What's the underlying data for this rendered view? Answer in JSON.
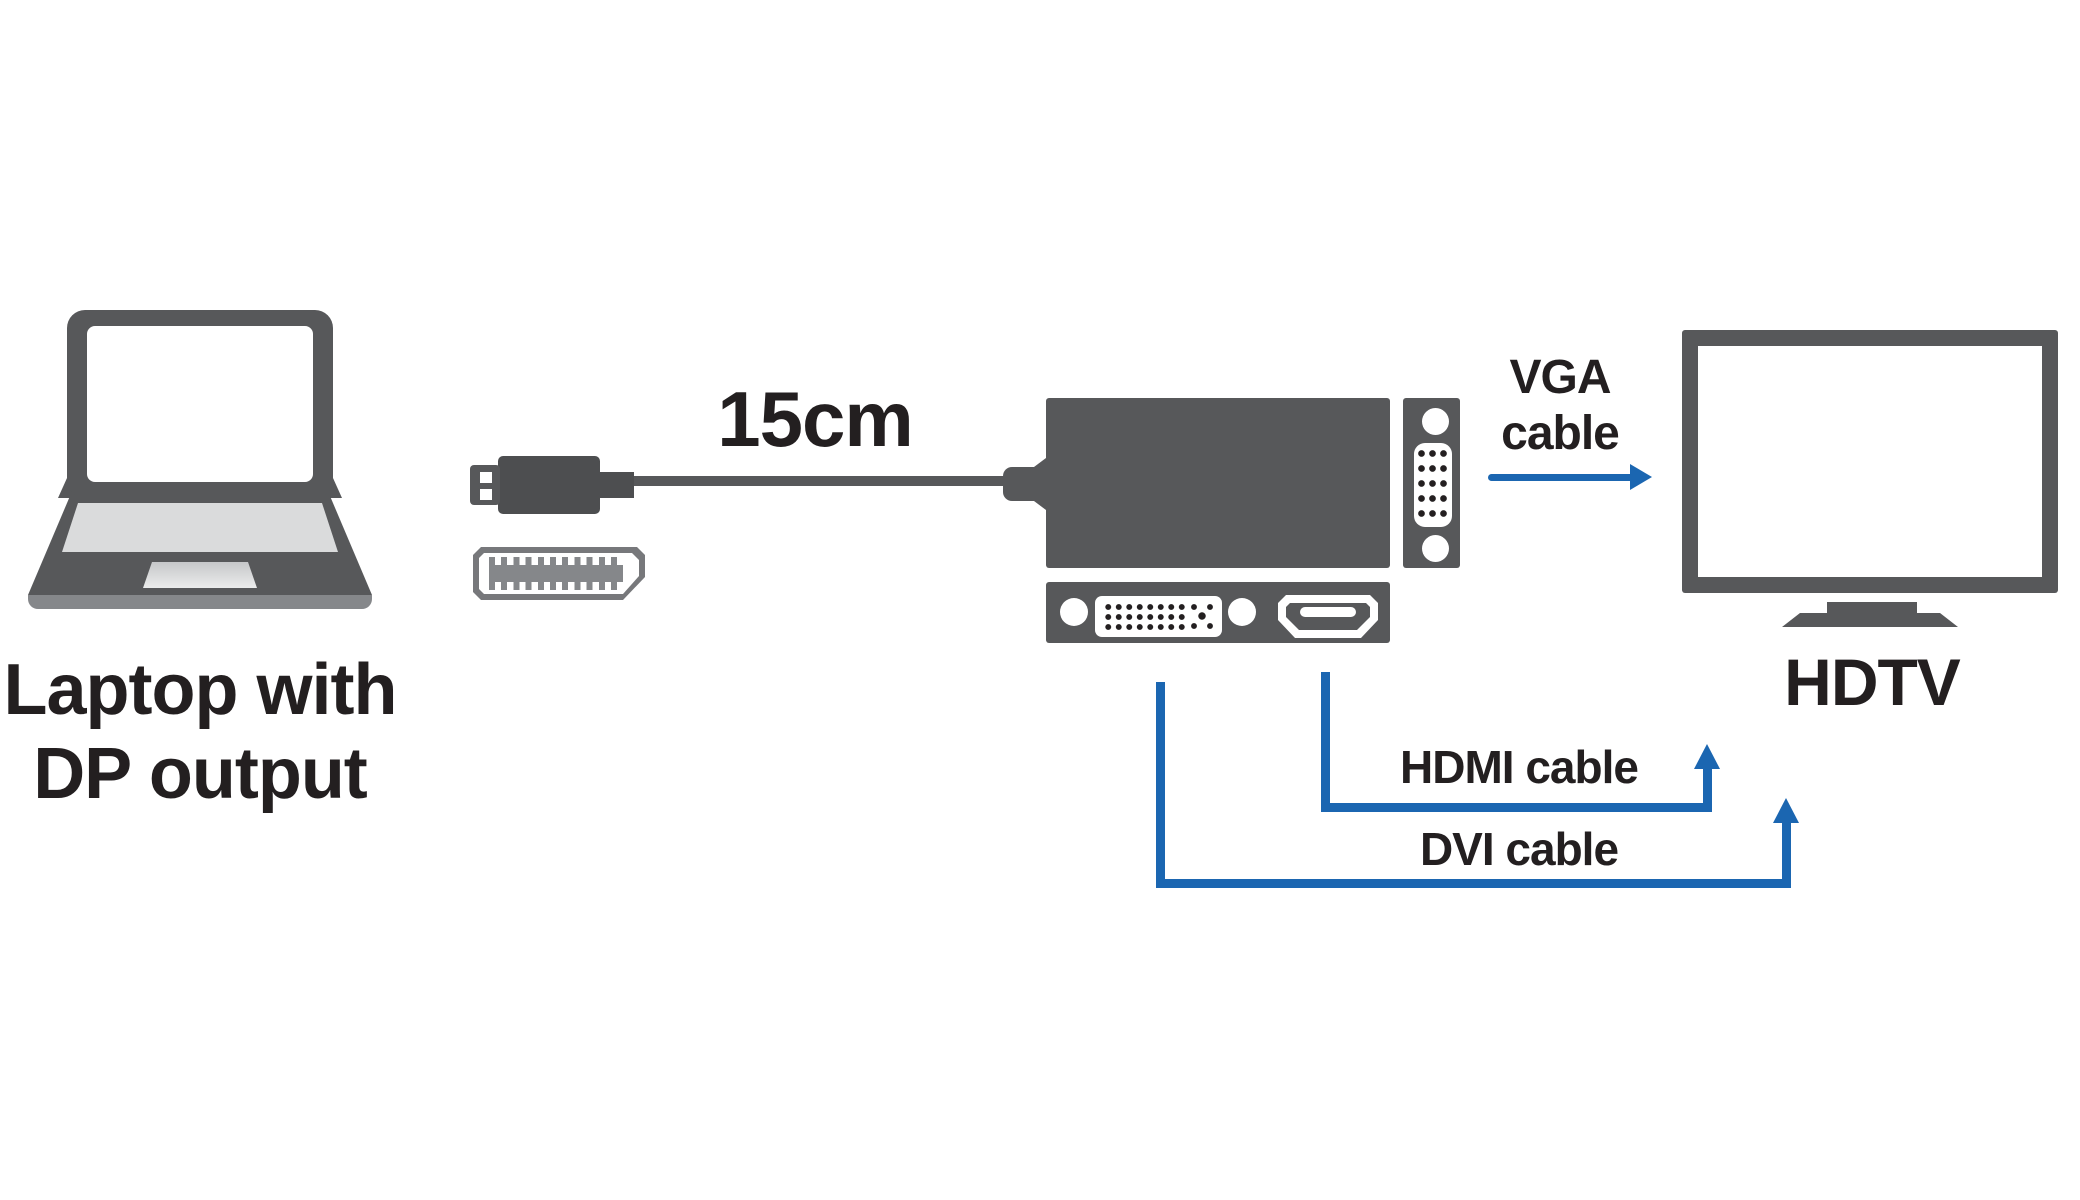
{
  "colors": {
    "bg": "#ffffff",
    "dev": "#57585a",
    "plug": "#4d4e50",
    "lt": "#dadbdc",
    "mid": "#85878a",
    "outline": "#77787b",
    "blue": "#1b66b1",
    "ink": "#231f20"
  },
  "labels": {
    "laptop_line1": "Laptop with",
    "laptop_line2": "DP output",
    "cable_length": "15cm",
    "vga_line1": "VGA",
    "vga_line2": "cable",
    "hdmi_cable": "HDMI cable",
    "dvi_cable": "DVI cable",
    "tv": "HDTV"
  },
  "icons": {
    "laptop": "laptop-icon (CSS shapes)",
    "dp_plug": "displayport-plug-icon (CSS shapes)",
    "dp_port": "displayport-port-icon (CSS shapes)",
    "adapter": "dp-to-vga-dvi-hdmi-adapter-icon (CSS shapes)",
    "vga_port": "vga-port-icon (CSS shapes)",
    "dvi_port": "dvi-port-icon (CSS shapes)",
    "hdmi_port": "hdmi-port-icon (CSS shapes)",
    "hdtv": "hdtv-monitor-icon (CSS shapes)",
    "vga_arrow": "arrow-right-icon (CSS triangle)",
    "hdmi_arrow": "arrow-up-icon (CSS triangle)",
    "dvi_arrow": "arrow-up-icon (CSS triangle)"
  }
}
